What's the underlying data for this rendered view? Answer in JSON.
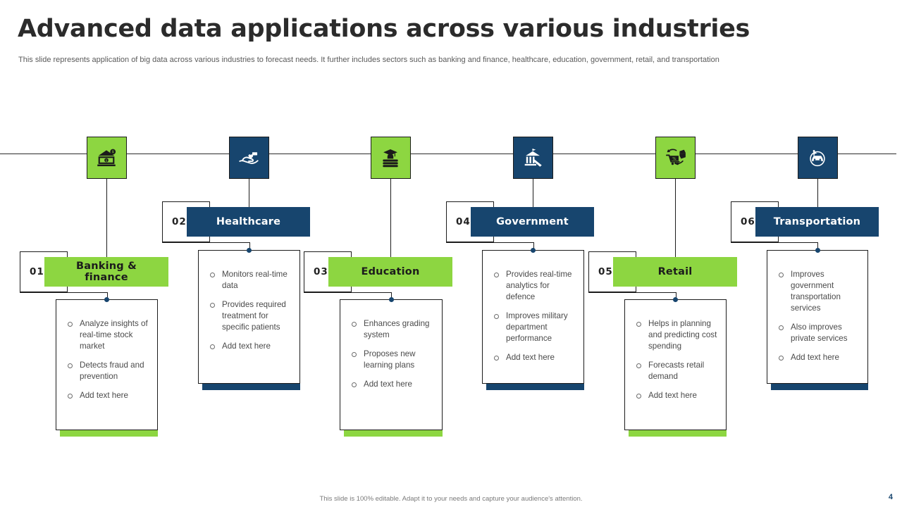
{
  "header": {
    "title": "Advanced data applications across various industries",
    "subtitle": "This slide represents application of big data across various industries to forecast needs. It further includes sectors such as banking and finance, healthcare, education, government, retail,  and transportation"
  },
  "theme": {
    "green": "#8DD641",
    "blue": "#17456E",
    "line": "#1C1C1C",
    "body_text": "#4A4A4A"
  },
  "columns": [
    {
      "number": "01",
      "title": "Banking & finance",
      "title_lines": [
        "Banking &",
        "finance"
      ],
      "accent": "green",
      "icon": "bank-money-icon",
      "bullets": [
        "Analyze insights of real-time stock market",
        "Detects fraud and prevention",
        "Add text here"
      ]
    },
    {
      "number": "02",
      "title": "Healthcare",
      "title_lines": [
        "Healthcare"
      ],
      "accent": "blue",
      "icon": "hand-heart-care-icon",
      "bullets": [
        "Monitors real-time data",
        "Provides required treatment for specific patients",
        "Add text here"
      ]
    },
    {
      "number": "03",
      "title": "Education",
      "title_lines": [
        "Education"
      ],
      "accent": "green",
      "icon": "graduate-books-icon",
      "bullets": [
        "Enhances grading system",
        "Proposes new learning plans",
        "Add text here"
      ]
    },
    {
      "number": "04",
      "title": "Government",
      "title_lines": [
        "Government"
      ],
      "accent": "blue",
      "icon": "government-building-icon",
      "bullets": [
        "Provides real-time analytics for defence",
        "Improves military department performance",
        "Add text here"
      ]
    },
    {
      "number": "05",
      "title": "Retail",
      "title_lines": [
        "Retail"
      ],
      "accent": "green",
      "icon": "shopping-cart-box-icon",
      "bullets": [
        "Helps in planning and predicting cost spending",
        "Forecasts retail demand",
        "Add text here"
      ]
    },
    {
      "number": "06",
      "title": "Transportation",
      "title_lines": [
        "Transportation"
      ],
      "accent": "blue",
      "icon": "connected-car-icon",
      "bullets": [
        "Improves government transportation services",
        "Also improves private  services",
        "Add text here"
      ]
    }
  ],
  "footer": {
    "note": "This slide is 100% editable. Adapt it to your needs and capture your audience's attention.",
    "page_number": "4"
  }
}
